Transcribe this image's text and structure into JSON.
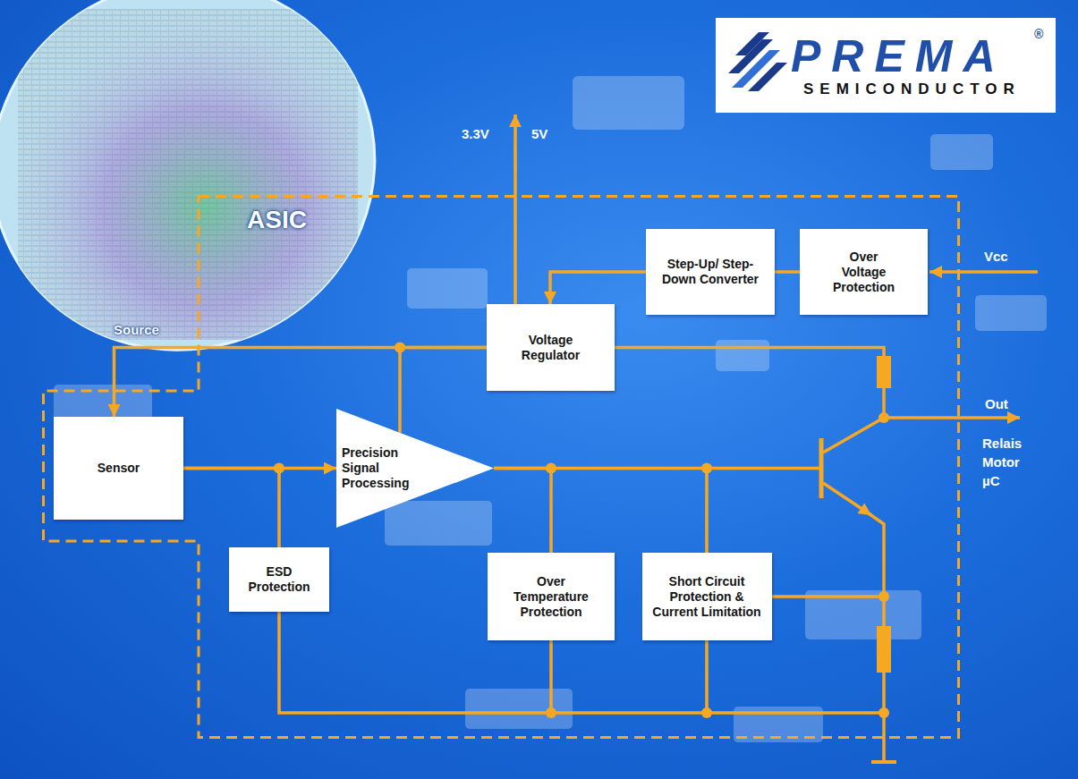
{
  "diagram": {
    "nodes": [
      {
        "text": [
          "ASIC"
        ]
      },
      {
        "text": [
          "Step-Up/ Step-Down Converter"
        ],
        "in": 0
      },
      {
        "text": [
          "Over Voltage Protection"
        ],
        "in": 0
      },
      {
        "text": [
          "Voltage Regulator"
        ],
        "in": 0
      },
      {
        "text": [
          "Sensor"
        ],
        "in": 0
      },
      {
        "text": [
          "Precision Signal Processing"
        ],
        "in": 0
      },
      {
        "text": [
          "ESD Protection"
        ],
        "in": 0
      },
      {
        "text": [
          "Over Temperature Protection"
        ],
        "in": 0
      },
      {
        "text": [
          "Short Circuit Protection & Current Limitation"
        ],
        "in": 0
      }
    ],
    "edges": [
      {
        "from": 2,
        "to": 1,
        "arrow": "none"
      },
      {
        "from": 1,
        "to": 3,
        "arrow": "to"
      },
      {
        "from": 3,
        "to": 4,
        "arrow": "to"
      },
      {
        "from": 3,
        "to": 5,
        "arrow": "none"
      },
      {
        "from": 4,
        "to": 5,
        "arrow": "to"
      },
      {
        "from": 4,
        "to": 6,
        "arrow": "none"
      },
      {
        "from": 5,
        "to": 7,
        "arrow": "none"
      },
      {
        "from": 5,
        "to": 8,
        "arrow": "none"
      }
    ],
    "labels": [
      "PREMA",
      "®",
      "SEMICONDUCTOR",
      "3.3V",
      "5V",
      "Vcc",
      "Source",
      "Out",
      "Relais",
      "Motor",
      "µC"
    ]
  }
}
